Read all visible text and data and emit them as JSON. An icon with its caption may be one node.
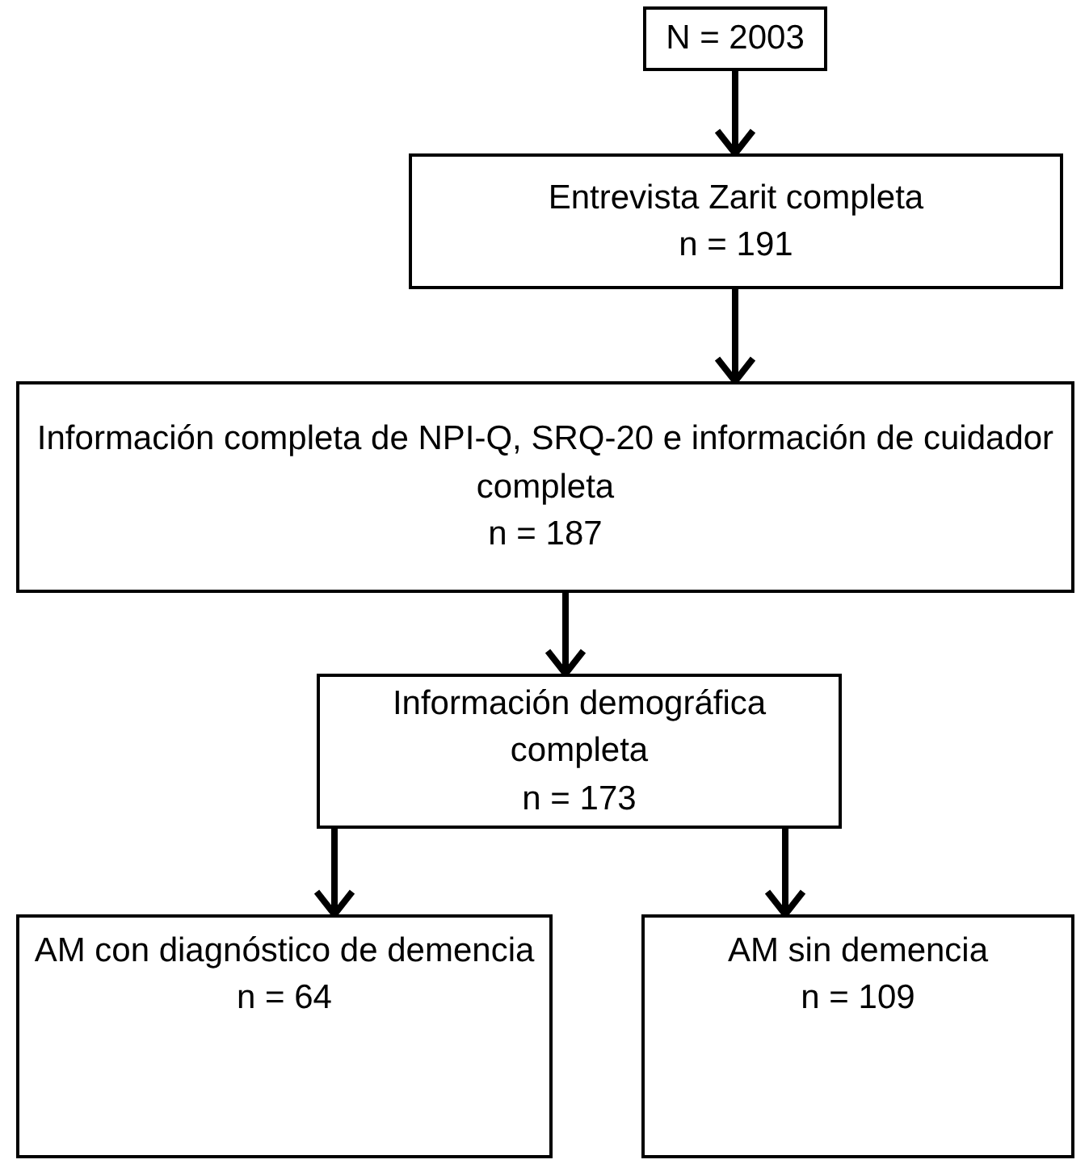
{
  "diagram": {
    "nodes": [
      {
        "text": [
          "N = 2003"
        ]
      },
      {
        "text": [
          "Entrevista Zarit completa",
          "n = 191"
        ]
      },
      {
        "text": [
          "Información completa de NPI-Q, SRQ-20 e información de cuidador completa",
          "n = 187"
        ]
      },
      {
        "text": [
          "Información demográfica completa",
          "n = 173"
        ]
      },
      {
        "text": [
          "AM con diagnóstico de demencia",
          "n = 64"
        ]
      },
      {
        "text": [
          "AM sin demencia",
          "n = 109"
        ]
      }
    ],
    "edges": [
      {
        "from": 0,
        "to": 1,
        "arrow": "to"
      },
      {
        "from": 1,
        "to": 2,
        "arrow": "to"
      },
      {
        "from": 2,
        "to": 3,
        "arrow": "to"
      },
      {
        "from": 3,
        "to": 4,
        "arrow": "to"
      },
      {
        "from": 3,
        "to": 5,
        "arrow": "to"
      }
    ]
  }
}
